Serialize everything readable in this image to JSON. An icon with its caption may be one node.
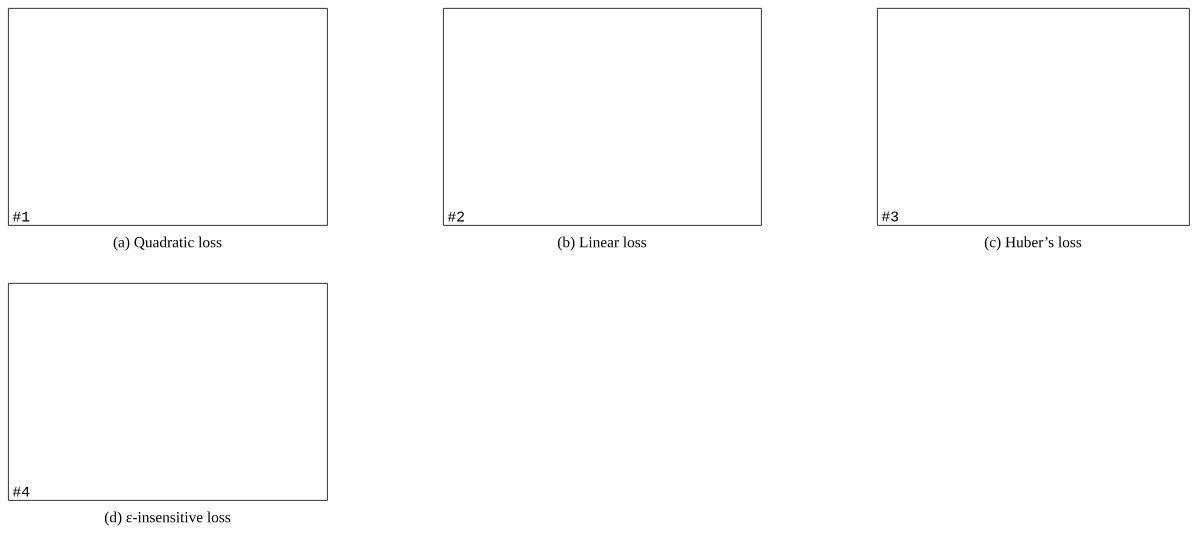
{
  "diagram": {
    "nodes": [
      {
        "text": [
          "#1"
        ],
        "beside": [
          "(a) Quadratic loss"
        ]
      },
      {
        "text": [
          "#2"
        ],
        "beside": [
          "(b) Linear loss"
        ]
      },
      {
        "text": [
          "#3"
        ],
        "beside": [
          "(c) Huber’s loss"
        ]
      },
      {
        "text": [
          "#4"
        ],
        "beside": [
          "(d) ε-insensitive loss"
        ]
      }
    ]
  }
}
